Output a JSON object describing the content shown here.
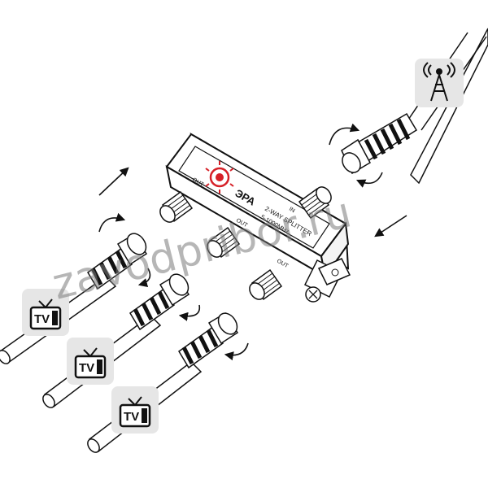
{
  "watermark": "zavodpribor.ru",
  "splitter": {
    "brand": "ЭРА",
    "model_line1": "2-WAY SPLITTER",
    "model_line2": "5-1000MHz",
    "port_in": "IN",
    "port_out_left": "OUT",
    "port_out_mid": "OUT",
    "port_out_bottom": "OUT"
  },
  "tv_badges": [
    {
      "label": "TV"
    },
    {
      "label": "TV"
    },
    {
      "label": "TV"
    }
  ],
  "icons": [
    "antenna-tower-icon",
    "tv-icon",
    "tv-icon",
    "tv-icon"
  ],
  "colors": {
    "brand_red": "#d62027",
    "line": "#111111",
    "badge_bg": "#e6e6e6"
  }
}
